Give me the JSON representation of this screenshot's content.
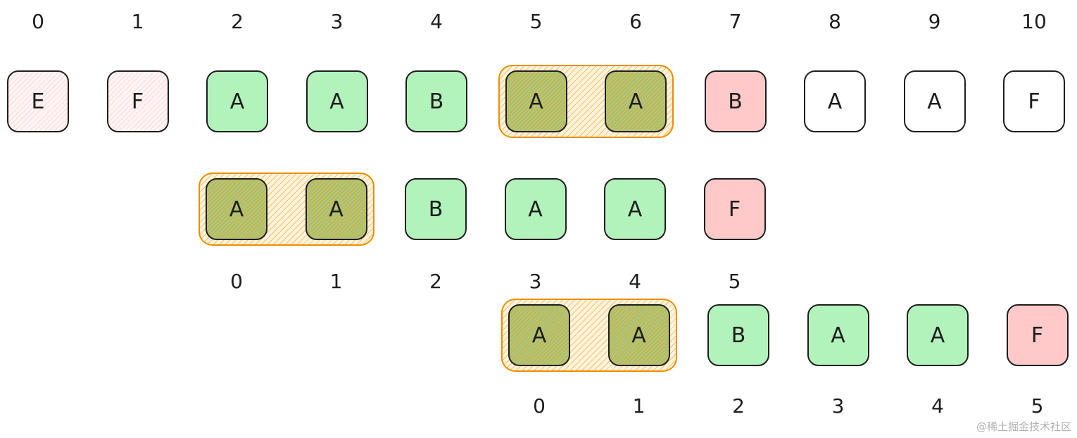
{
  "rows": [
    {
      "cells": [
        {
          "label": "E",
          "fill": "pink"
        },
        {
          "label": "F",
          "fill": "pink"
        },
        {
          "label": "A",
          "fill": "green"
        },
        {
          "label": "A",
          "fill": "green"
        },
        {
          "label": "B",
          "fill": "green"
        },
        {
          "label": "A",
          "fill": "green",
          "in_window": true
        },
        {
          "label": "A",
          "fill": "green",
          "in_window": true
        },
        {
          "label": "B",
          "fill": "red"
        },
        {
          "label": "A",
          "fill": "white"
        },
        {
          "label": "A",
          "fill": "white"
        },
        {
          "label": "F",
          "fill": "white"
        }
      ],
      "indices": [
        "0",
        "1",
        "2",
        "3",
        "4",
        "5",
        "6",
        "7",
        "8",
        "9",
        "10"
      ],
      "indices_position": "above"
    },
    {
      "cells": [
        {
          "label": "A",
          "fill": "green",
          "in_window": true
        },
        {
          "label": "A",
          "fill": "green",
          "in_window": true
        },
        {
          "label": "B",
          "fill": "green"
        },
        {
          "label": "A",
          "fill": "green"
        },
        {
          "label": "A",
          "fill": "green"
        },
        {
          "label": "F",
          "fill": "red"
        }
      ],
      "indices": [
        "0",
        "1",
        "2",
        "3",
        "4",
        "5"
      ],
      "indices_position": "below"
    },
    {
      "cells": [
        {
          "label": "A",
          "fill": "green",
          "in_window": true
        },
        {
          "label": "A",
          "fill": "green",
          "in_window": true
        },
        {
          "label": "B",
          "fill": "green"
        },
        {
          "label": "A",
          "fill": "green"
        },
        {
          "label": "A",
          "fill": "green"
        },
        {
          "label": "F",
          "fill": "red"
        }
      ],
      "indices": [
        "0",
        "1",
        "2",
        "3",
        "4",
        "5"
      ],
      "indices_position": "below"
    }
  ],
  "colors": {
    "match_green": "#b2f2bb",
    "mismatch_red": "#ffc9c9",
    "window_orange": "#f08c00",
    "stroke": "#1e1e1e"
  },
  "watermark": "@稀土掘金技术社区"
}
